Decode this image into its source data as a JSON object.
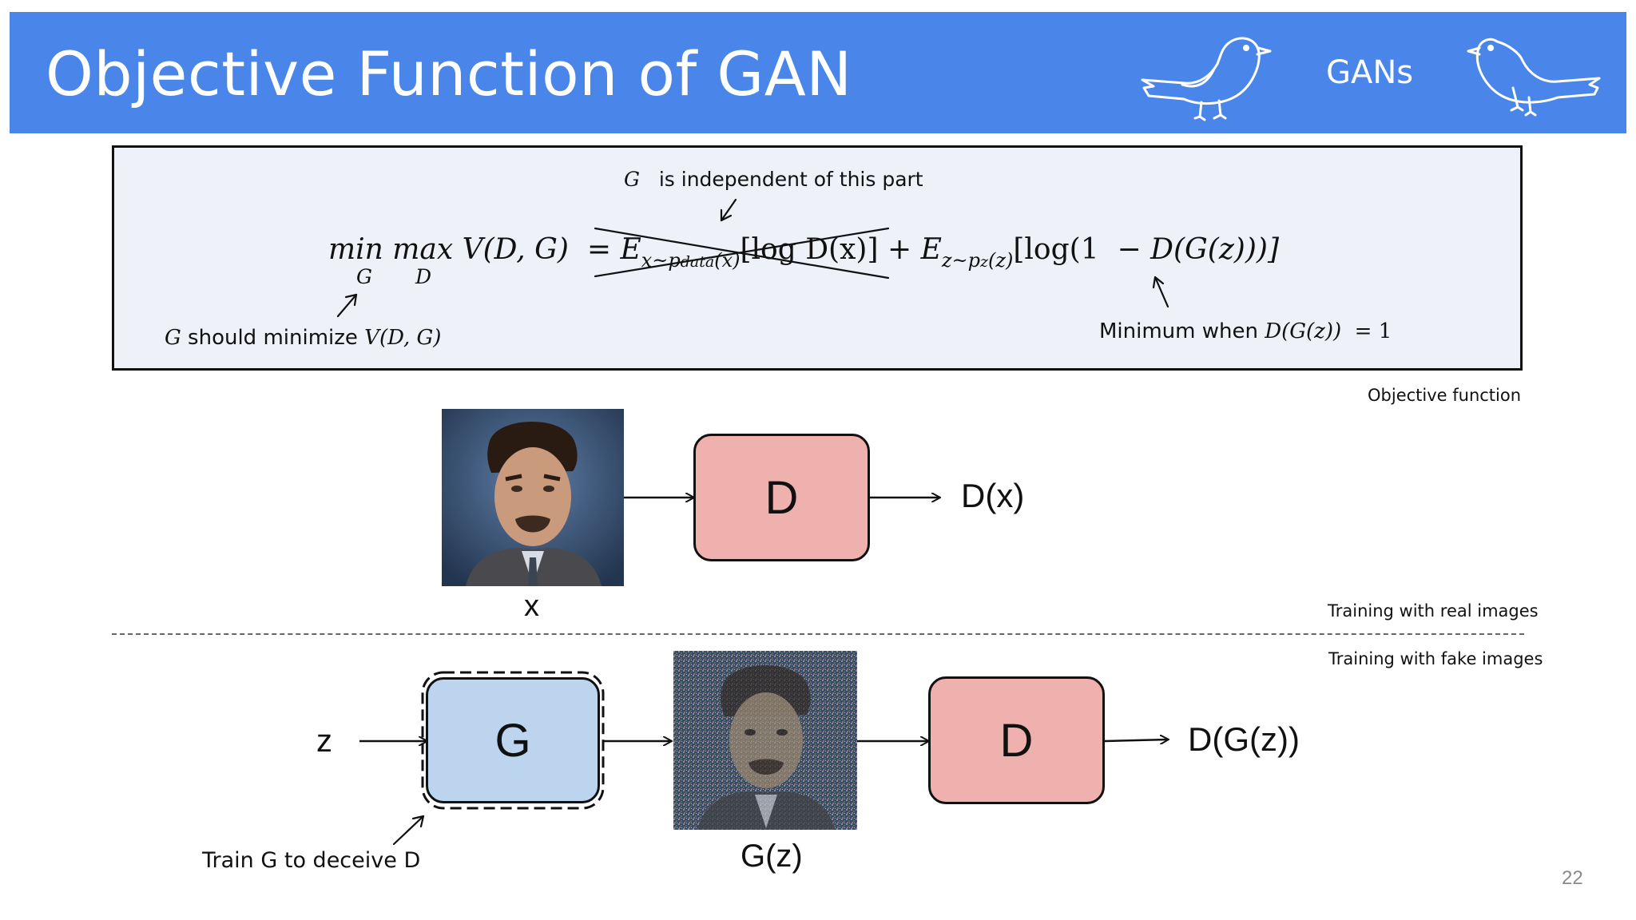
{
  "slide": {
    "title": "Objective Function of GAN",
    "topic_label": "GANs",
    "page_number": "22",
    "header_color": "#4a86ea"
  },
  "objective": {
    "annotation_top": "is independent of this part",
    "annotation_top_var": "G",
    "minimize_text": "should minimize",
    "minimize_var": "G",
    "minimize_expr": "V(D, G)",
    "minimum_text": "Minimum when",
    "minimum_expr": "D(G(z))",
    "minimum_value": "= 1",
    "box_caption": "Objective function",
    "equation": {
      "lhs": "min max V(D, G)",
      "min_sub": "G",
      "max_sub": "D",
      "equals": "=",
      "term1": "E",
      "term1_sub": "x~p",
      "term1_subsub": "data",
      "term1_subtail": "(x)",
      "term1_body": "[log D(x)]",
      "plus": "+",
      "term2": "E",
      "term2_sub": "z~p",
      "term2_subsub": "z",
      "term2_subtail": "(z)",
      "term2_body": "[log(1",
      "term2_minus": "−",
      "term2_tail": "D(G(z)))]"
    }
  },
  "real_row": {
    "input_label": "x",
    "block_label": "D",
    "output_label": "D(x)",
    "caption": "Training with real images"
  },
  "fake_row": {
    "input_label": "z",
    "gen_label": "G",
    "gen_output_label": "G(z)",
    "block_label": "D",
    "output_label": "D(G(z))",
    "caption": "Training with fake images",
    "train_note": "Train G to deceive D"
  },
  "colors": {
    "d_block": "#eeb1ae",
    "g_block": "#bcd4ee",
    "box_bg": "#eef1f8"
  }
}
